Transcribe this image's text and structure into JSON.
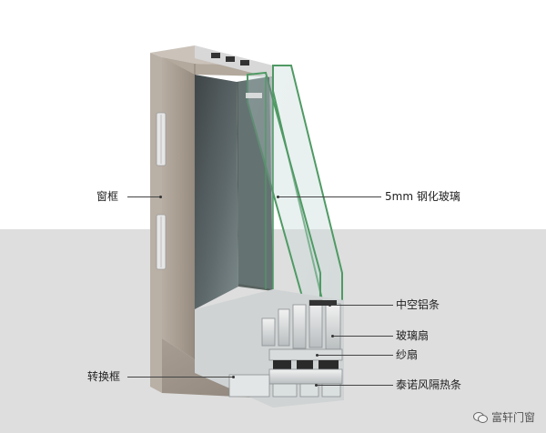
{
  "labels": {
    "window_frame": "窗框",
    "conversion_frame": "转换框",
    "tempered_glass": "5mm 钢化玻璃",
    "spacer_bar": "中空铝条",
    "glass_sash": "玻璃扇",
    "screen_sash": "纱扇",
    "thermal_break": "泰诺风隔热条"
  },
  "watermark": {
    "text": "富轩门窗",
    "icon": "wechat-icon"
  },
  "colors": {
    "frame": "#a79d91",
    "glass_edge": "#4f9a64",
    "background_bottom": "#dedede"
  }
}
